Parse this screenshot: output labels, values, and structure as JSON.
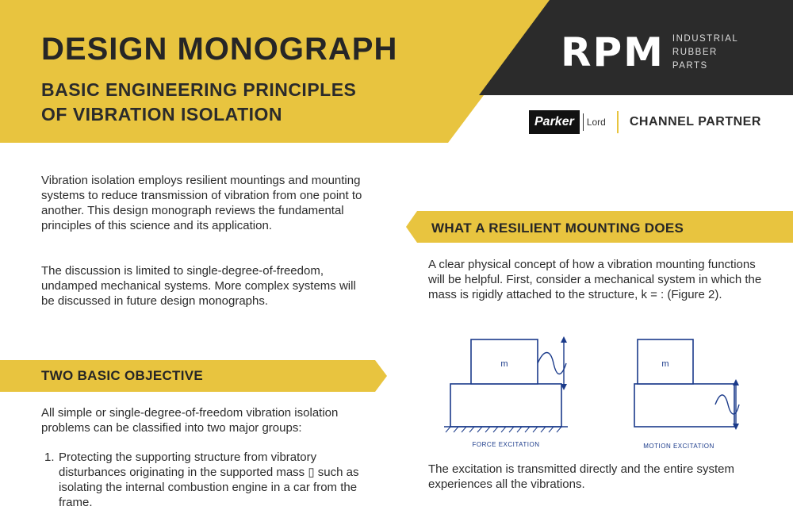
{
  "header": {
    "title": "DESIGN MONOGRAPH",
    "subtitle_line1": "BASIC ENGINEERING PRINCIPLES",
    "subtitle_line2": "OF VIBRATION ISOLATION",
    "logo_letters": "RPM",
    "logo_tag": [
      "INDUSTRIAL",
      "RUBBER",
      "PARTS"
    ],
    "partner_brand": "Parker",
    "partner_sub": "Lord",
    "partner_label": "CHANNEL PARTNER"
  },
  "colors": {
    "accent": "#e8c43f",
    "dark": "#2b2b2b",
    "text": "#2b2b2b"
  },
  "left": {
    "intro": "Vibration isolation employs resilient mountings and mounting systems to reduce transmission of vibration from one point to another. This design monograph reviews the fundamental principles of this science and its application.",
    "scope": "The discussion is limited to single-degree-of-freedom, undamped mechanical systems. More complex systems will be discussed in future design monographs.",
    "section_heading": "TWO BASIC OBJECTIVE",
    "section_intro": "All simple or single-degree-of-freedom vibration isolation problems can be classified into two major groups:",
    "list": [
      {
        "num": "1.",
        "text": "Protecting the supporting structure from vibratory disturbances originating in the supported mass ▯ such as isolating the internal combustion engine in a car from the frame."
      }
    ]
  },
  "right": {
    "section_heading": "WHAT A RESILIENT MOUNTING DOES",
    "para1": "A clear physical concept of how a vibration mounting functions will be helpful.  First, consider a mechanical system in which the mass is rigidly attached to the structure, k = : (Figure 2).",
    "figure": {
      "mass_label": "m",
      "left_caption": "FORCE  EXCITATION",
      "right_caption": "MOTION EXCITATION"
    },
    "para2": "The excitation is transmitted directly and the entire system experiences all the vibrations."
  }
}
